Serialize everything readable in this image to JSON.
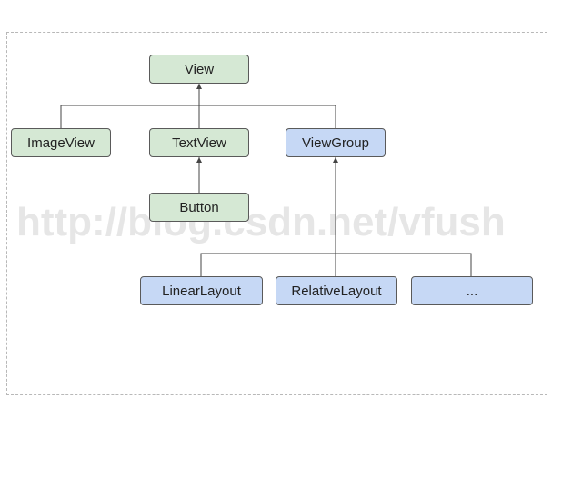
{
  "diagram": {
    "watermark": "http://blog.csdn.net/vfush",
    "nodes": {
      "view": "View",
      "imageview": "ImageView",
      "textview": "TextView",
      "viewgroup": "ViewGroup",
      "button": "Button",
      "linearlayout": "LinearLayout",
      "relativelayout": "RelativeLayout",
      "more": "..."
    },
    "colors": {
      "view_node_fill": "#d5e8d4",
      "viewgroup_node_fill": "#c6d8f5",
      "edge": "#444444"
    }
  }
}
